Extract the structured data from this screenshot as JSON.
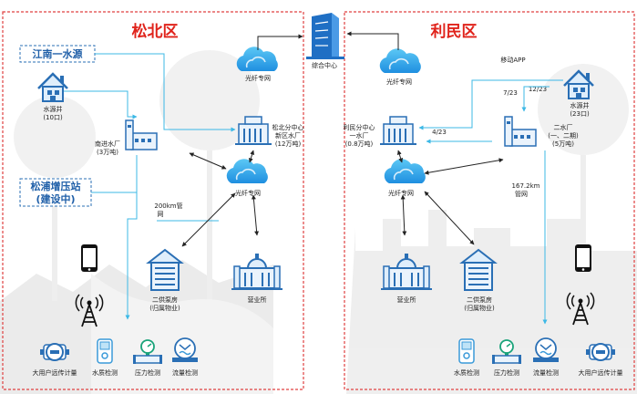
{
  "regions": {
    "songbei": {
      "title": "松北区"
    },
    "limin": {
      "title": "利民区"
    }
  },
  "center": {
    "label": "综合中心"
  },
  "songbei": {
    "source_box": "江南一水源",
    "station_box_line1": "松浦增压站",
    "station_box_line2": "(建设中)",
    "wells": {
      "line1": "水源井",
      "line2": "(10口)"
    },
    "plant": {
      "line1": "南进水厂",
      "line2": "(3万吨)"
    },
    "sub_center": {
      "line1": "松北分中心",
      "line2": "新区水厂",
      "line3": "(12万吨)"
    },
    "net_top": "光纤专网",
    "net_mid": "光纤专网",
    "pipe": {
      "line1": "200km管",
      "line2": "网"
    },
    "pump": {
      "line1": "二供泵房",
      "line2": "(归属物业)"
    },
    "office": "营业所",
    "devices": [
      "大用户远传计量",
      "水质检测",
      "压力检测",
      "流量检测"
    ]
  },
  "limin": {
    "net_top": "光纤专网",
    "app": "移动APP",
    "ratio_a": "7/23",
    "ratio_b": "12/23",
    "ratio_c": "4/23",
    "wells": {
      "line1": "水源井",
      "line2": "(23口)"
    },
    "sub_center": {
      "line1": "利民分中心",
      "line2": "一水厂",
      "line3": "(0.8万吨)"
    },
    "plant2": {
      "line1": "二水厂",
      "line2": "(一、二期)",
      "line3": "(5万吨)"
    },
    "pipe": {
      "line1": "167.2km",
      "line2": "管网"
    },
    "net_mid": "光纤专网",
    "office": "营业所",
    "pump": {
      "line1": "二供泵房",
      "line2": "(归属物业)"
    },
    "devices": [
      "水质检测",
      "压力检测",
      "流量检测",
      "大用户远传计量"
    ]
  }
}
